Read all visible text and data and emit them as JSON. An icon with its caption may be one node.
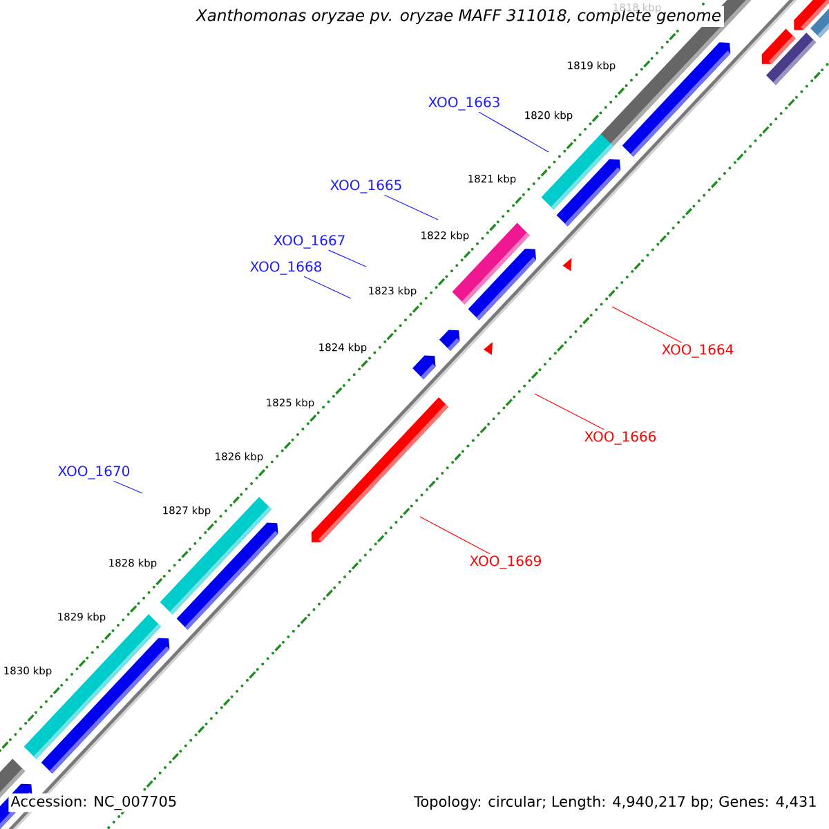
{
  "diagram": {
    "title": "Xanthomonas oryzae pv. oryzae MAFF 311018, complete genome",
    "nodes": [
      {
        "text": [
          "XOO_1663"
        ]
      },
      {
        "text": [
          "XOO_1665"
        ]
      },
      {
        "text": [
          "XOO_1667"
        ]
      },
      {
        "text": [
          "XOO_1668"
        ]
      },
      {
        "text": [
          "XOO_1664"
        ]
      },
      {
        "text": [
          "XOO_1666"
        ]
      },
      {
        "text": [
          "XOO_1670"
        ]
      },
      {
        "text": [
          "XOO_1669"
        ]
      }
    ],
    "edges": [
      {
        "from": 0,
        "to": null,
        "arrow": "none"
      },
      {
        "from": 1,
        "to": null,
        "arrow": "none"
      },
      {
        "from": 2,
        "to": null,
        "arrow": "none"
      },
      {
        "from": 3,
        "to": null,
        "arrow": "none"
      },
      {
        "from": 4,
        "to": null,
        "arrow": "none",
        "color": "#ff0000"
      },
      {
        "from": 5,
        "to": null,
        "arrow": "none",
        "color": "#ff0000"
      },
      {
        "from": 6,
        "to": null,
        "arrow": "none"
      },
      {
        "from": 7,
        "to": null,
        "arrow": "none",
        "color": "#ff0000"
      }
    ],
    "labels": [
      "1818 kbp",
      "1819 kbp",
      "1820 kbp",
      "1821 kbp",
      "1822 kbp",
      "1823 kbp",
      "1824 kbp",
      "1825 kbp",
      "1826 kbp",
      "1827 kbp",
      "1828 kbp",
      "1829 kbp",
      "1830 kbp",
      "Accession: NC_007705",
      "Topology: circular; Length: 4,940,217 bp; Genes: 4,431"
    ]
  }
}
